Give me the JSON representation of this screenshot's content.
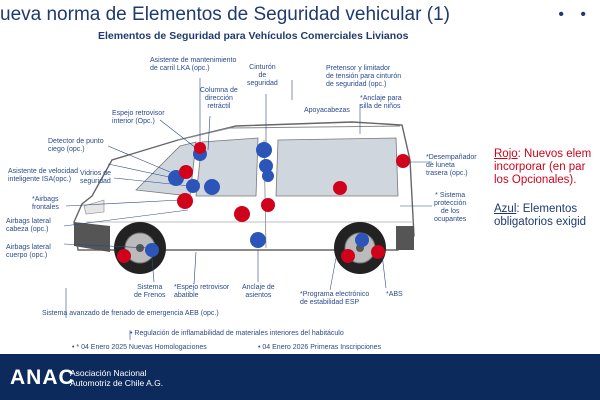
{
  "title": "ueva norma de Elementos de Seguridad vehicular (1)",
  "subtitle": "Elementos de Seguridad para Vehículos Comerciales Livianos",
  "labels": {
    "lka": "Asistente de mantenimiento\nde carril LKA (opc.)",
    "cinturon": "Cinturón\nde\nseguridad",
    "pretensor": "Pretensor y limitador\nde tensión para cinturón\nde seguridad (opc.)",
    "columna": "Columna de\ndirección\nretráctil",
    "espejo_int": "Espejo retrovisor\ninterior (Opc.)",
    "apoyacabezas": "Apoyacabezas",
    "anclaje_silla": "*Anclaje para\nsilla de niños",
    "detector": "Detector de punto\nciego (opc.)",
    "desempanador": "*Desempañador\nde luneta\ntrasera (opc.)",
    "isa": "Asistente de velocidad\ninteligente ISA(opc.)",
    "vidrios": "Vidrios de\nseguridad",
    "airbags_front": "*Airbags\nfrontales",
    "proteccion": "* Sistema\nprotección\nde los\nocupantes",
    "airbags_cabeza": "Airbags lateral\ncabeza (opc.)",
    "airbags_cuerpo": "Airbags lateral\ncuerpo (opc.)",
    "frenos": "Sistema\nde Frenos",
    "espejo_ext": "*Espejo retrovisor\nabatible",
    "anclaje_asientos": "Anclaje de\nasientos",
    "esp": "*Programa electrónico\nde estabilidad ESP",
    "abs": "*ABS",
    "aeb": "Sistema avanzado de frenado de emergencia AEB (opc.)",
    "inflamabilidad": "• Regulación de inflamabilidad de materiales interiores del habitáculo",
    "homologaciones": "• * 04 Enero 2025 Nuevas Homologaciones",
    "inscripciones": "• 04 Enero 2026 Primeras Inscripciones"
  },
  "legend": {
    "rojo_key": "Rojo",
    "rojo_text_1": ": Nuevos elem",
    "rojo_text_2": "incorporar (en par",
    "rojo_text_3": "los Opcionales).",
    "azul_key": "Azul",
    "azul_text_1": ":  Elementos",
    "azul_text_2": "obligatorios exigid"
  },
  "footer": {
    "logo": "ANAC",
    "assoc": "Asociación Nacional\nAutomotriz de Chile A.G."
  },
  "colors": {
    "navy": "#1f3a6e",
    "red": "#d0021b",
    "blue_dot": "#2b55b8",
    "footer": "#0d2a5c"
  }
}
